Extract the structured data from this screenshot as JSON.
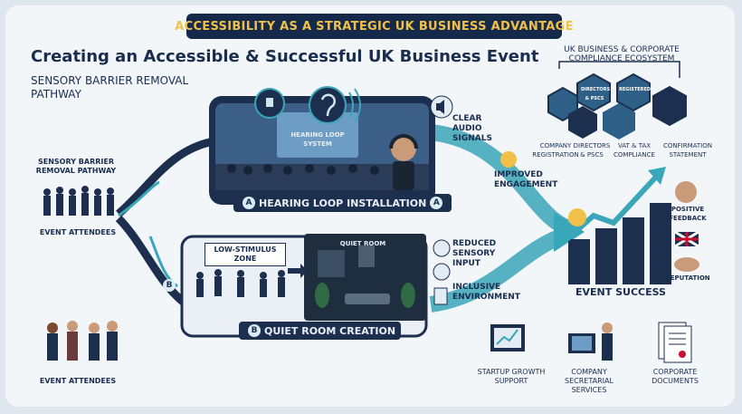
{
  "banner": "ACCESSIBILITY AS A STRATEGIC UK BUSINESS ADVANTAGE",
  "title": "Creating an Accessible & Successful UK Business Event",
  "pathway_heading": "SENSORY BARRIER REMOVAL PATHWAY",
  "left": {
    "pathway_label": "SENSORY BARRIER REMOVAL PATHWAY",
    "attendees_top": "EVENT ATTENDEES",
    "attendees_bottom": "EVENT ATTENDEES"
  },
  "route_a": {
    "badge": "A",
    "label": "HEARING LOOP INSTALLATION",
    "screen_text": "HEARING LOOP SYSTEM",
    "clear_audio": "CLEAR AUDIO SIGNALS",
    "improved": "IMPROVED ENGAGEMENT"
  },
  "route_b": {
    "badge": "B",
    "label": "QUIET ROOM CREATION",
    "zone_sign": "LOW-STIMULUS ZONE",
    "room_sign": "QUIET ROOM",
    "reduced": "REDUCED SENSORY INPUT",
    "inclusive": "INCLUSIVE ENVIRONMENT"
  },
  "compliance": {
    "heading": "UK BUSINESS & CORPORATE COMPLIANCE ECOSYSTEM",
    "items": [
      {
        "label": "COMPANY REGISTRATION"
      },
      {
        "label": "DIRECTORS & PSCS"
      },
      {
        "label": "VAT & TAX COMPLIANCE"
      },
      {
        "label": "CONFIRMATION STATEMENT"
      }
    ],
    "hex_texts": [
      "DIRECTORS & PSCS",
      "REGISTERED"
    ]
  },
  "success": {
    "label": "EVENT SUCCESS",
    "positive": "POSITIVE FEEDBACK",
    "reputation": "REPUTATION"
  },
  "bottom": [
    {
      "label": "STARTUP GROWTH SUPPORT"
    },
    {
      "label": "COMPANY SECRETARIAL SERVICES"
    },
    {
      "label": "CORPORATE DOCUMENTS"
    }
  ],
  "colors": {
    "navy": "#15294a",
    "gold": "#f0c048",
    "teal": "#3aa6b9",
    "panel": "#1d2f4f"
  }
}
